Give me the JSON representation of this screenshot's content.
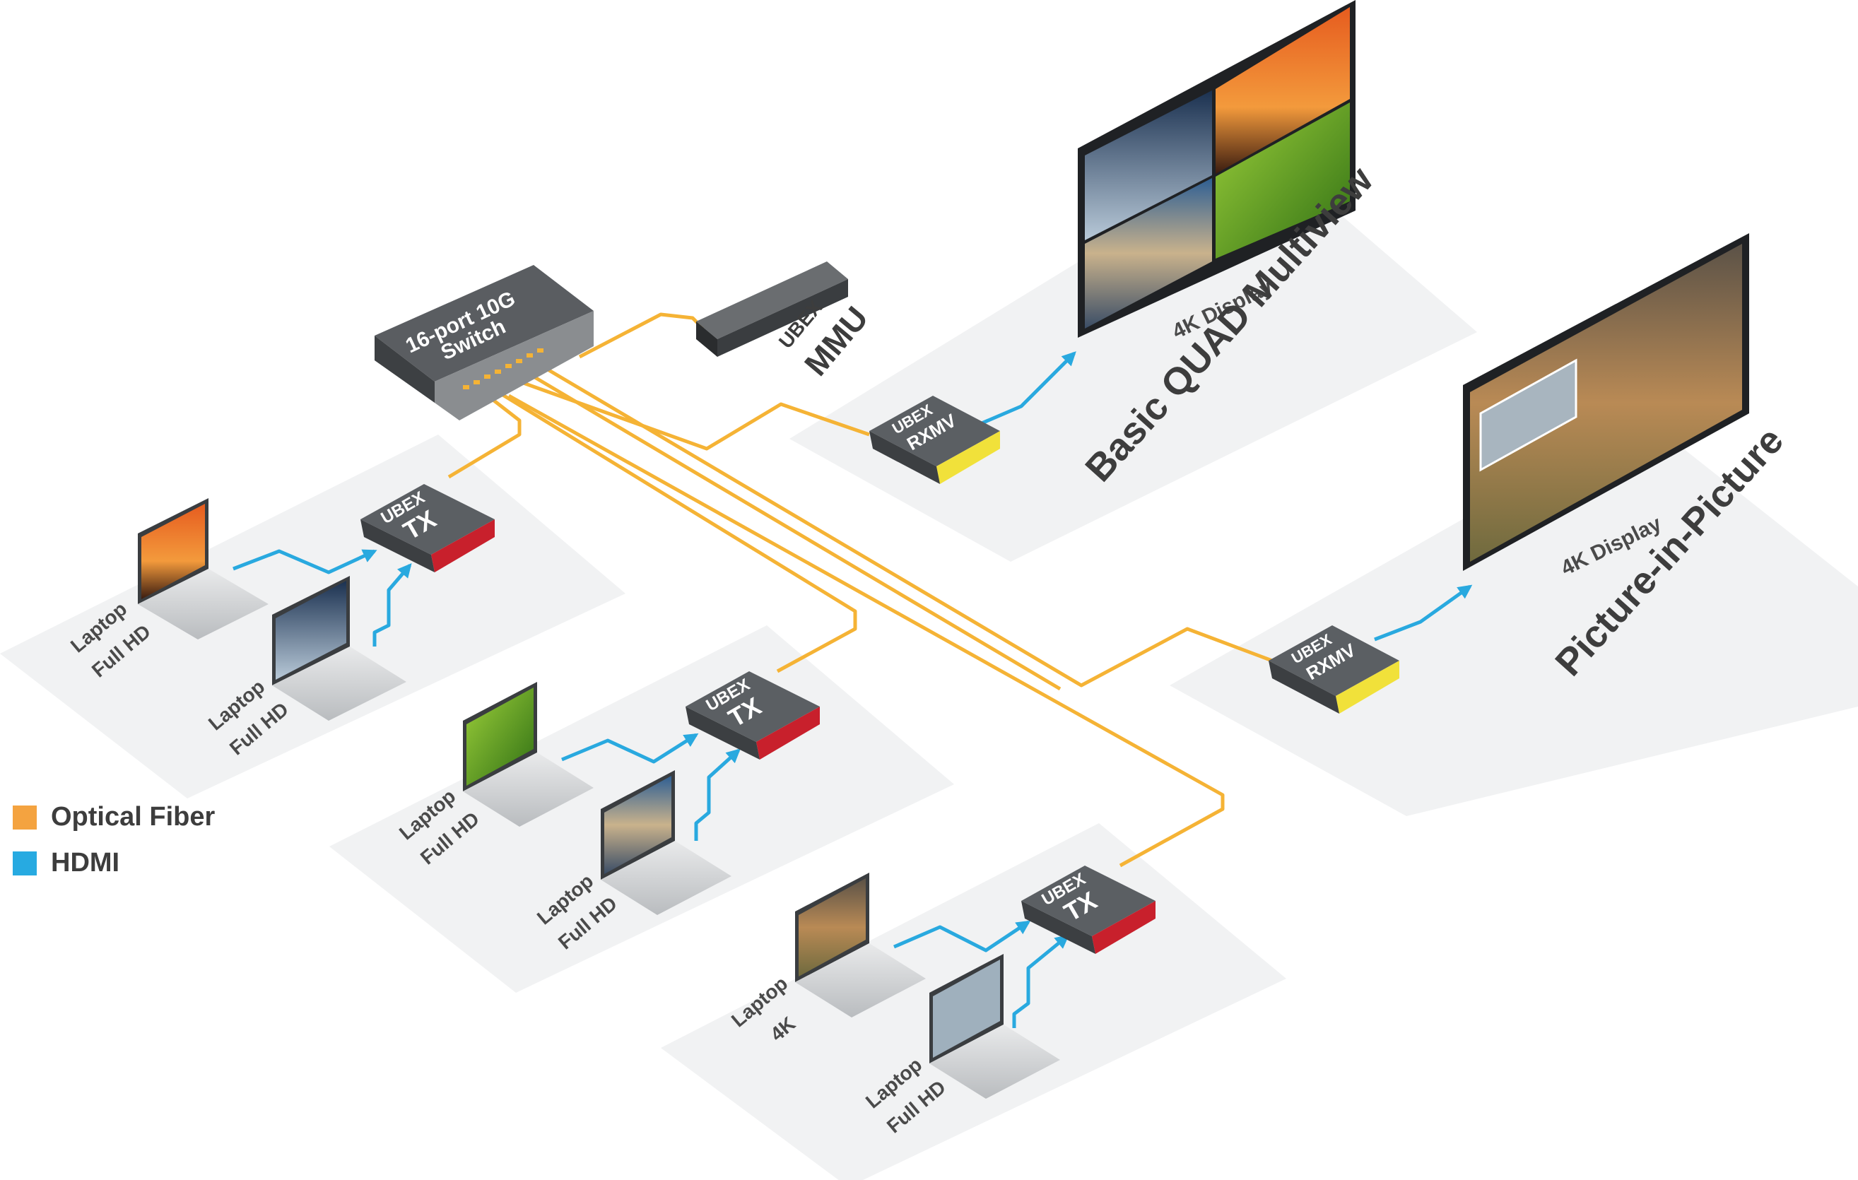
{
  "switch": {
    "line1": "16-port 10G",
    "line2": "Switch"
  },
  "mmu": {
    "line1": "UBEX",
    "line2": "MMU"
  },
  "tx_units": [
    {
      "line1": "UBEX",
      "line2": "TX"
    },
    {
      "line1": "UBEX",
      "line2": "TX"
    },
    {
      "line1": "UBEX",
      "line2": "TX"
    }
  ],
  "rx_units": [
    {
      "line1": "UBEX",
      "line2": "RXMV"
    },
    {
      "line1": "UBEX",
      "line2": "RXMV"
    }
  ],
  "displays": [
    {
      "label": "4K Display",
      "zone": "Basic QUAD Multiview"
    },
    {
      "label": "4K Display",
      "zone": "Picture-in-Picture"
    }
  ],
  "laptops": [
    {
      "line1": "Laptop",
      "line2": "Full HD"
    },
    {
      "line1": "Laptop",
      "line2": "Full HD"
    },
    {
      "line1": "Laptop",
      "line2": "Full HD"
    },
    {
      "line1": "Laptop",
      "line2": "Full HD"
    },
    {
      "line1": "Laptop",
      "line2": "4K"
    },
    {
      "line1": "Laptop",
      "line2": "Full HD"
    }
  ],
  "legend": [
    {
      "label": "Optical Fiber",
      "color": "#f4a340"
    },
    {
      "label": "HDMI",
      "color": "#27aae1"
    }
  ],
  "colors": {
    "fiber": "#f5b335",
    "hdmi": "#29a9df",
    "platform": "#f1f2f3",
    "device": "#5b5f63",
    "tx_accent": "#c8202c",
    "rx_accent": "#f1e13a"
  }
}
